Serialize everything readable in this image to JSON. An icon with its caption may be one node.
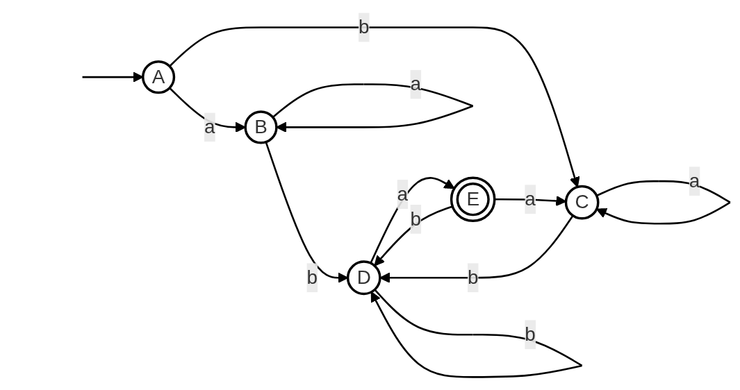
{
  "diagram": {
    "nodes": [
      {
        "text": [
          "A"
        ]
      },
      {
        "text": [
          "B"
        ]
      },
      {
        "text": [
          "C"
        ]
      },
      {
        "text": [
          "D"
        ]
      },
      {
        "text": [
          "E"
        ]
      }
    ],
    "edges": [
      {
        "from": null,
        "to": 0,
        "arrow": "to"
      },
      {
        "from": 0,
        "to": 1,
        "arrow": "to",
        "label": "a"
      },
      {
        "from": 0,
        "to": 2,
        "arrow": "to",
        "label": "b"
      },
      {
        "from": 1,
        "to": 1,
        "arrow": "to",
        "label": "a"
      },
      {
        "from": 1,
        "to": 3,
        "arrow": "to",
        "label": "b"
      },
      {
        "from": 2,
        "to": 2,
        "arrow": "to",
        "label": "a"
      },
      {
        "from": 2,
        "to": 3,
        "arrow": "to",
        "label": "b"
      },
      {
        "from": 3,
        "to": 3,
        "arrow": "to",
        "label": "b"
      },
      {
        "from": 3,
        "to": 4,
        "arrow": "to",
        "label": "a"
      },
      {
        "from": 4,
        "to": 3,
        "arrow": "to",
        "label": "b"
      },
      {
        "from": 4,
        "to": 2,
        "arrow": "to",
        "label": "a"
      }
    ]
  }
}
